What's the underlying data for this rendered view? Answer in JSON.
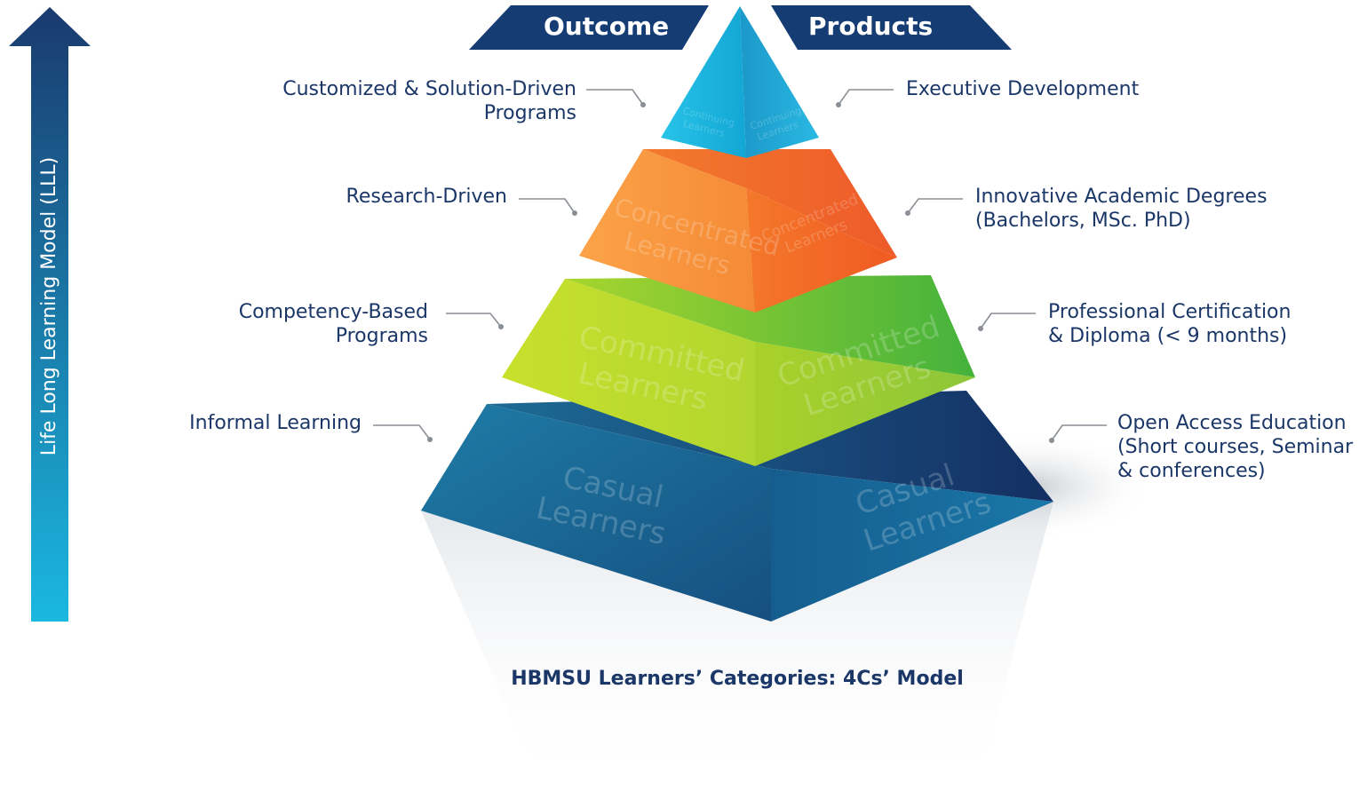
{
  "banners": {
    "outcome": "Outcome",
    "products": "Products"
  },
  "side_arrow": {
    "label": "Life Long Learning Model (LLL)"
  },
  "caption": "HBMSU Learners’ Categories: 4Cs’ Model",
  "tiers": [
    {
      "name": "Continuing",
      "watermark_left": [
        "Continuing",
        "Learners"
      ],
      "watermark_right": [
        "Continuing",
        "Learners"
      ],
      "color": "#1fb4dc",
      "outcome": [
        "Customized & Solution-Driven",
        "Programs"
      ],
      "product": [
        "Executive Development"
      ]
    },
    {
      "name": "Concentrated",
      "watermark_left": [
        "Concentrated",
        "Learners"
      ],
      "watermark_right": [
        "Concentrated",
        "Learners"
      ],
      "color": "#f47a2a",
      "outcome": [
        "Research-Driven"
      ],
      "product": [
        "Innovative Academic Degrees",
        "(Bachelors, MSc. PhD)"
      ]
    },
    {
      "name": "Committed",
      "watermark_left": [
        "Committed",
        "Learners"
      ],
      "watermark_right": [
        "Committed",
        "Learners"
      ],
      "color": "#9ccc2c",
      "outcome": [
        "Competency-Based",
        "Programs"
      ],
      "product": [
        "Professional Certification",
        "& Diploma (< 9 months)"
      ]
    },
    {
      "name": "Casual",
      "watermark_left": [
        "Casual",
        "Learners"
      ],
      "watermark_right": [
        "Casual",
        "Learners"
      ],
      "color": "#1a5f8c",
      "outcome": [
        "Informal Learning"
      ],
      "product": [
        "Open Access Education",
        "(Short courses, Seminar",
        "& conferences)"
      ]
    }
  ],
  "colors": {
    "navy": "#1b3768",
    "banner": "#163c74",
    "arrow_top": "#1a3a6e",
    "arrow_bottom": "#1ab8e0"
  }
}
